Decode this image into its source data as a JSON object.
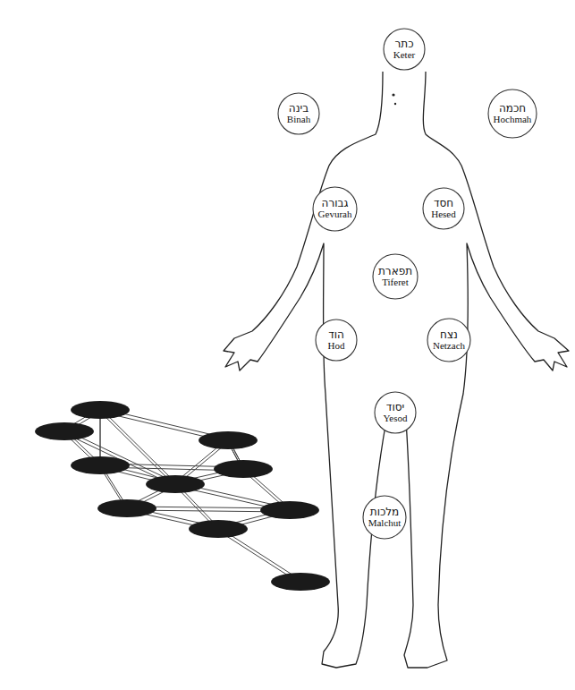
{
  "diagram": {
    "nodes": [
      {
        "text": [
          "כתר",
          "Keter"
        ]
      },
      {
        "text": [
          "בינה",
          "Binah"
        ]
      },
      {
        "text": [
          "חכמה",
          "Hochmah"
        ]
      },
      {
        "text": [
          "גבורה",
          "Gevurah"
        ]
      },
      {
        "text": [
          "חסד",
          "Hesed"
        ]
      },
      {
        "text": [
          "תפארת",
          "Tiferet"
        ]
      },
      {
        "text": [
          "הוד",
          "Hod"
        ]
      },
      {
        "text": [
          "נצח",
          "Netzach"
        ]
      },
      {
        "text": [
          "יסוד",
          "Yesod"
        ]
      },
      {
        "text": [
          "מלכות",
          "Malchut"
        ]
      }
    ]
  }
}
